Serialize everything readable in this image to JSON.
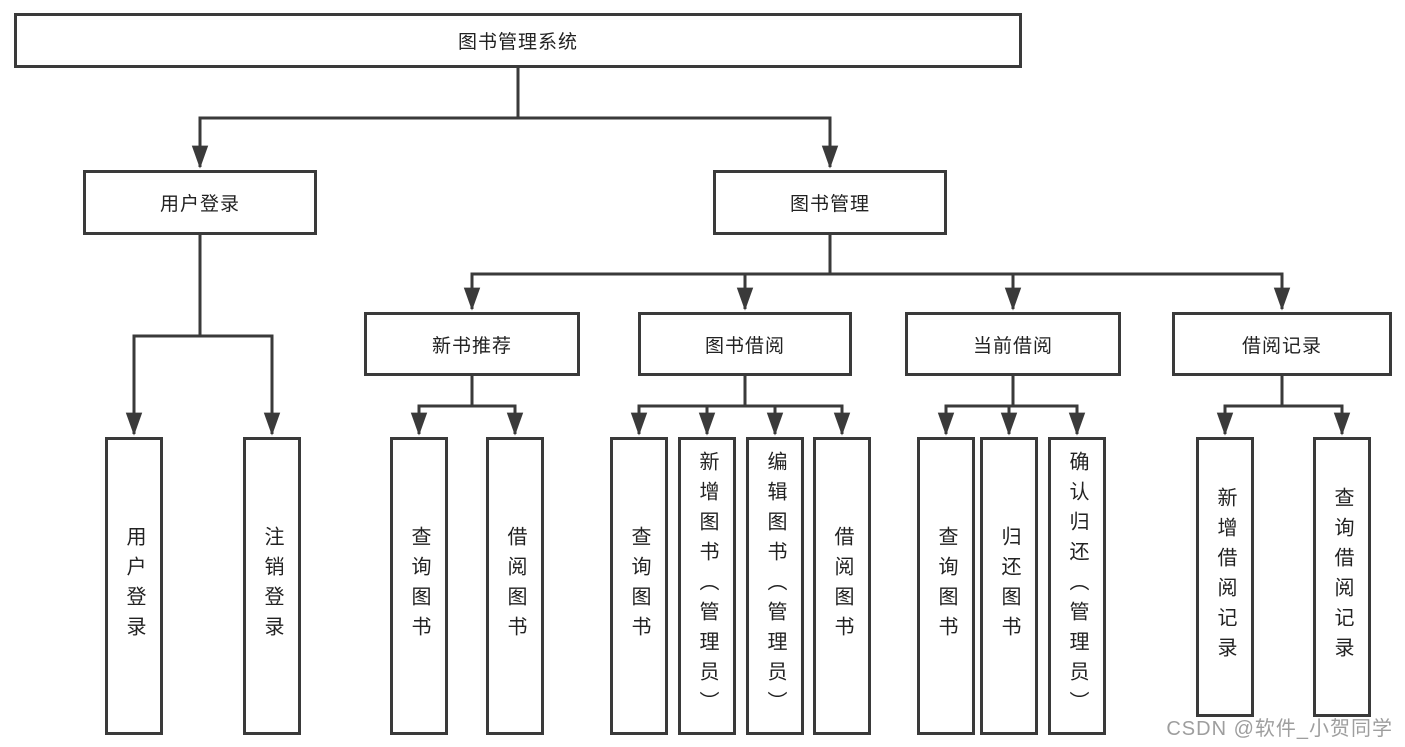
{
  "tree": {
    "label": "图书管理系统",
    "children": [
      {
        "label": "用户登录",
        "children": [
          {
            "label": "用户登录"
          },
          {
            "label": "注销登录"
          }
        ]
      },
      {
        "label": "图书管理",
        "children": [
          {
            "label": "新书推荐",
            "children": [
              {
                "label": "查询图书"
              },
              {
                "label": "借阅图书"
              }
            ]
          },
          {
            "label": "图书借阅",
            "children": [
              {
                "label": "查询图书"
              },
              {
                "label": "新增图书（管理员）"
              },
              {
                "label": "编辑图书（管理员）"
              },
              {
                "label": "借阅图书"
              }
            ]
          },
          {
            "label": "当前借阅",
            "children": [
              {
                "label": "查询图书"
              },
              {
                "label": "归还图书"
              },
              {
                "label": "确认归还（管理员）"
              }
            ]
          },
          {
            "label": "借阅记录",
            "children": [
              {
                "label": "新增借阅记录"
              },
              {
                "label": "查询借阅记录"
              }
            ]
          }
        ]
      }
    ]
  },
  "watermark": {
    "text": "CSDN @软件_小贺同学"
  },
  "colors": {
    "line": "#3a3a3a",
    "box_fill": "#ffffff",
    "text": "#222222",
    "watermark": "#9e9e9e",
    "background": "#ffffff"
  }
}
